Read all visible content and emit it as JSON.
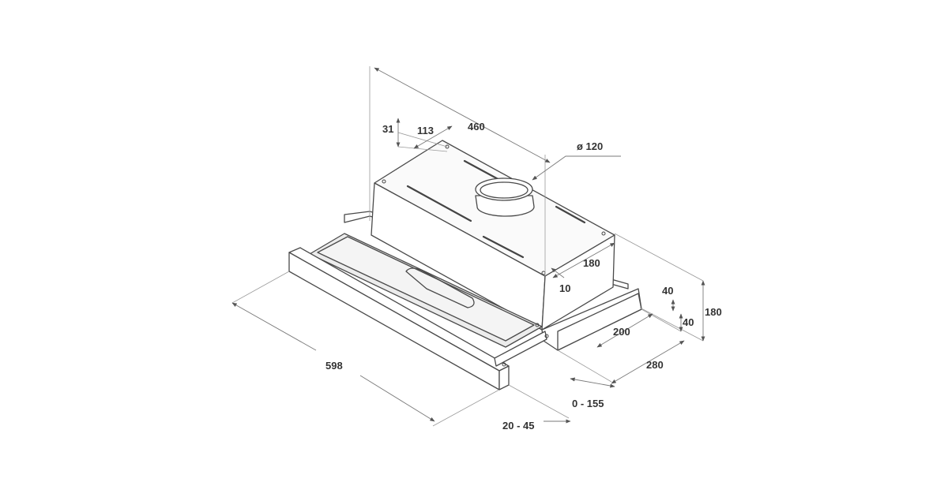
{
  "diagram": {
    "dimensions": {
      "depth_total": "460",
      "duct_offset_top": "31",
      "duct_offset_side": "113",
      "duct_diameter": "ø 120",
      "box_depth": "180",
      "box_offset": "10",
      "height_total": "180",
      "front_40_a": "40",
      "front_40_b": "40",
      "visor_200": "200",
      "depth_280": "280",
      "extension": "0 - 155",
      "visor_thickness": "20 - 45",
      "width": "598"
    }
  }
}
